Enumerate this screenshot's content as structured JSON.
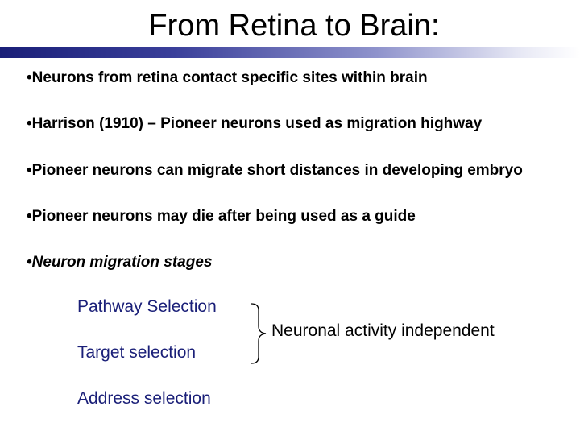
{
  "slide": {
    "title": "From Retina to Brain:",
    "bullets": [
      "•Neurons from retina contact specific sites within brain",
      "•Harrison (1910) – Pioneer neurons used as migration highway",
      "•Pioneer neurons can migrate short distances in developing embryo",
      "•Pioneer neurons may die after being used as a guide",
      "•Neuron migration stages"
    ],
    "stages": [
      "Pathway Selection",
      "Target selection",
      "Address selection"
    ],
    "brace_label": "Neuronal activity independent"
  },
  "colors": {
    "title_bar_start": "#1a1f78",
    "stage_text": "#1a1f78",
    "text": "#000000"
  }
}
